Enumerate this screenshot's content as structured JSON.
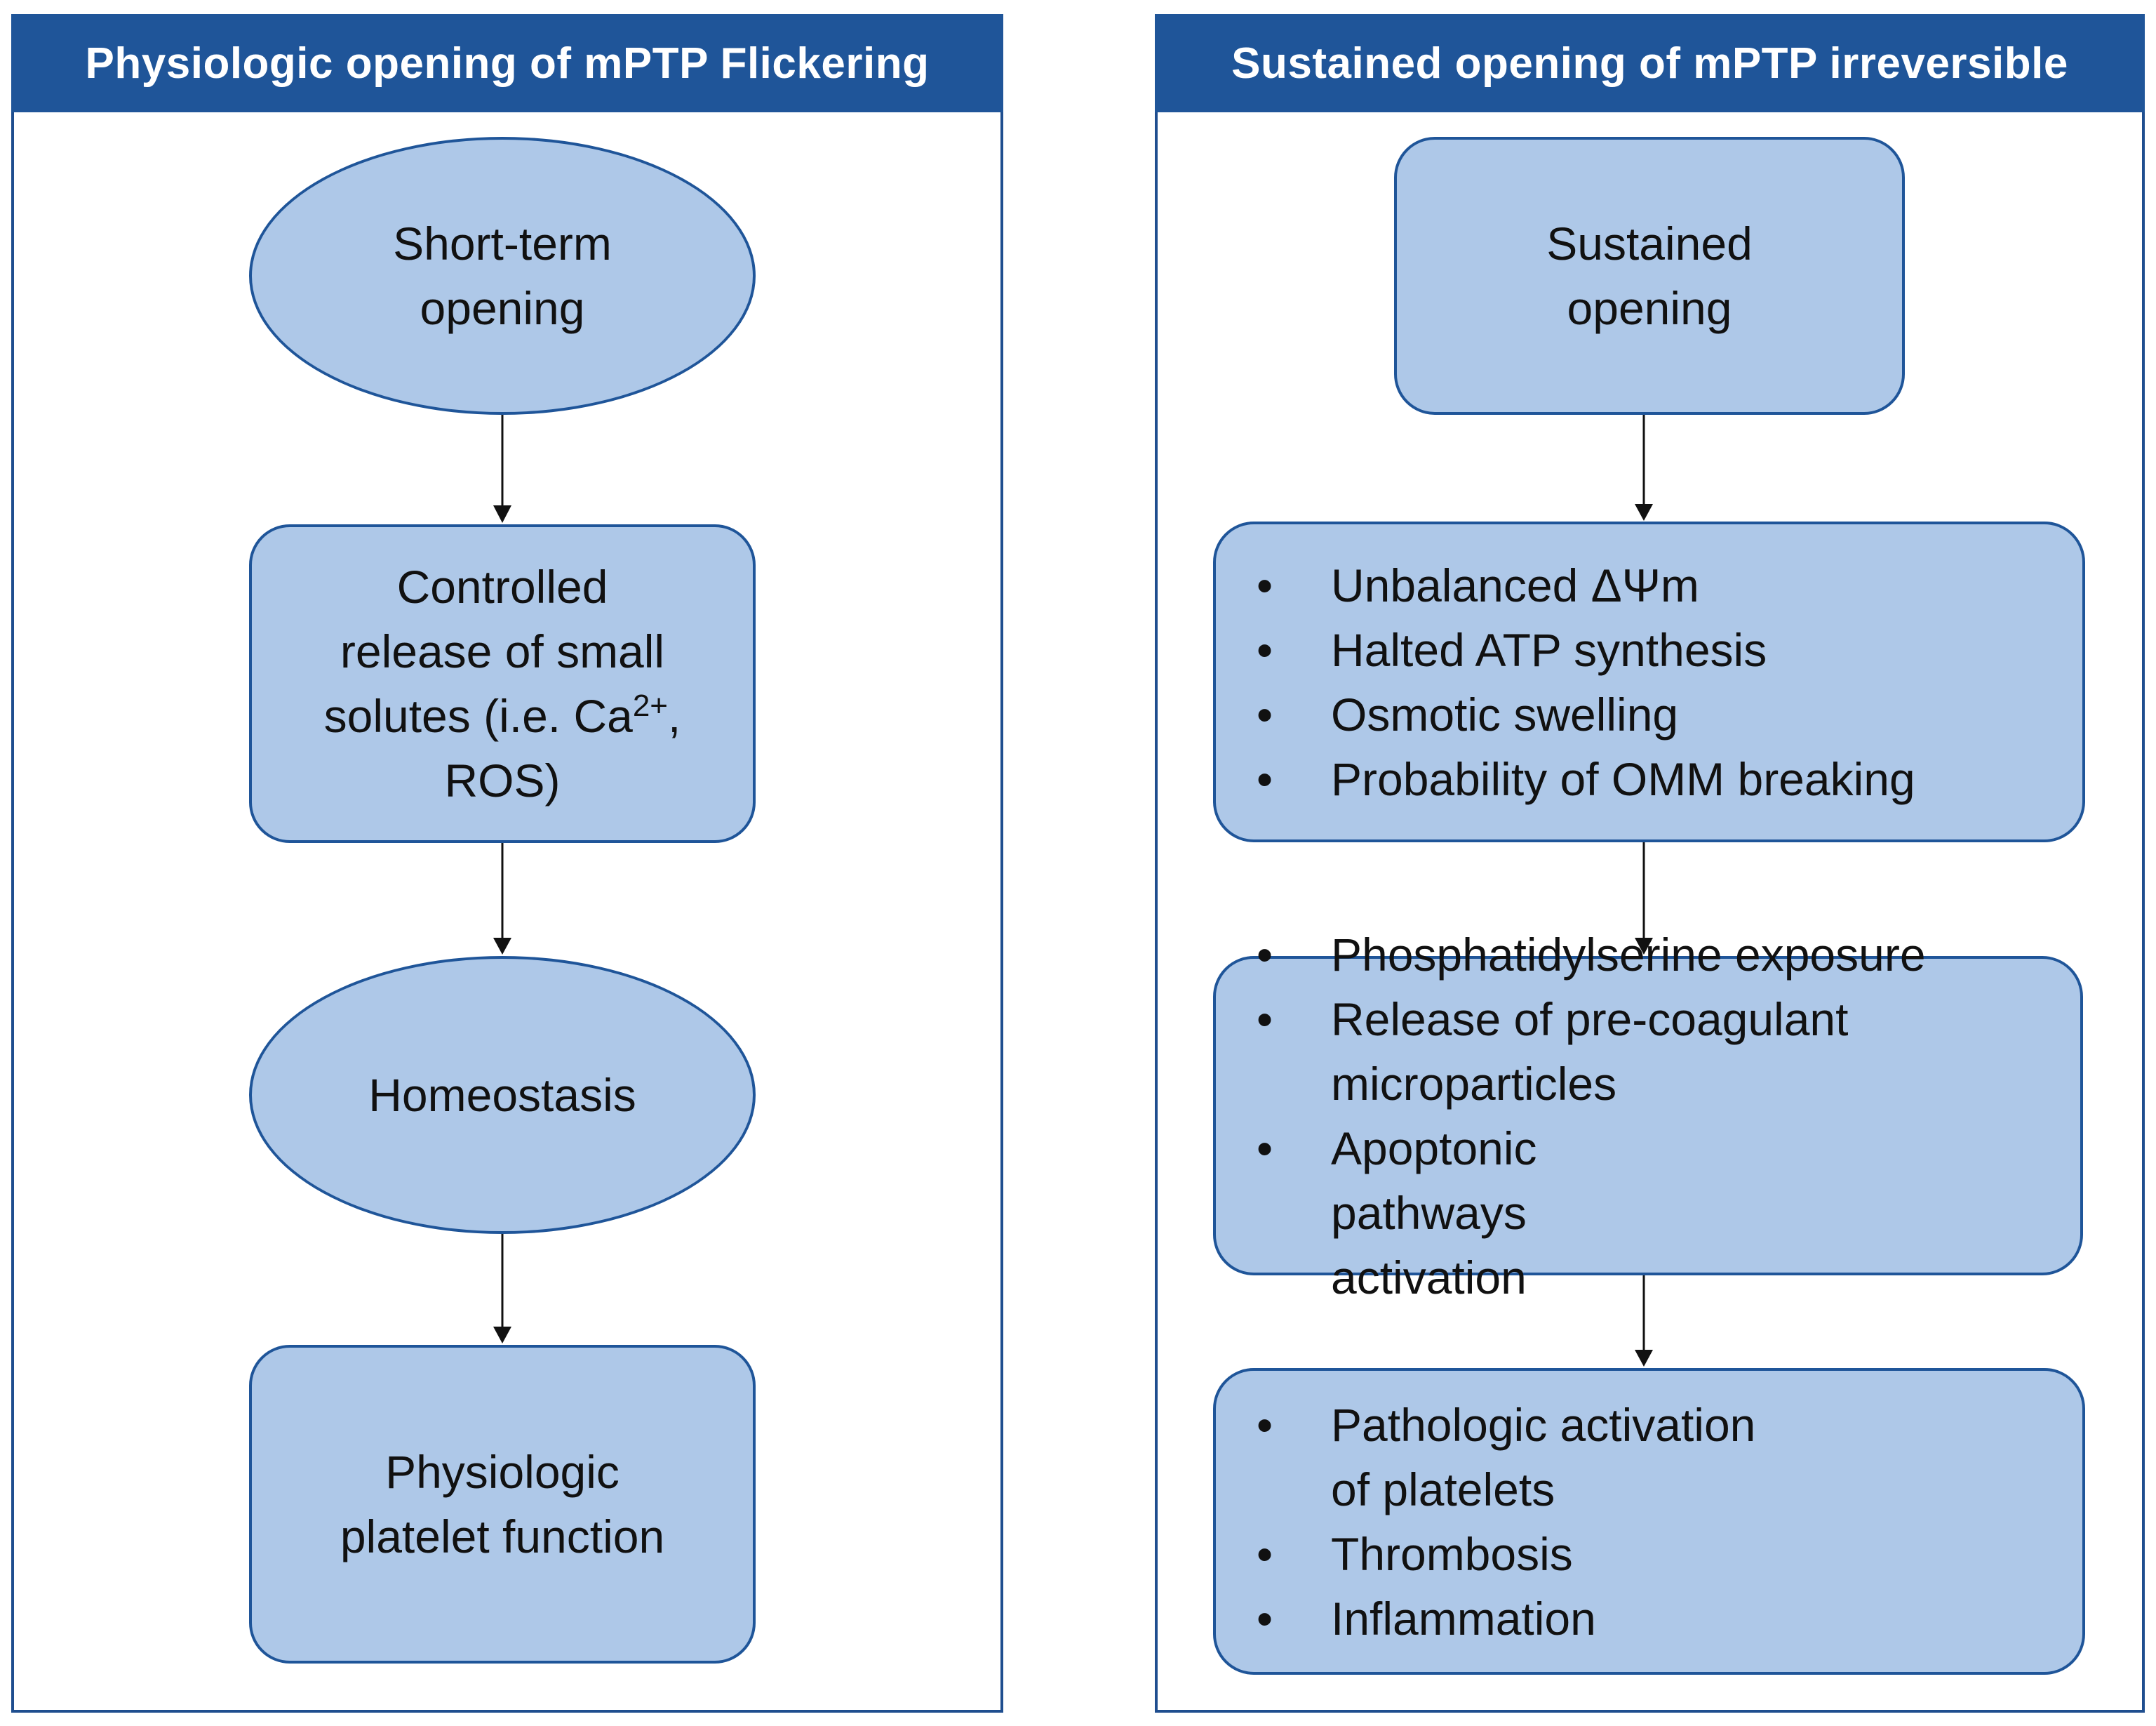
{
  "panels": {
    "left": {
      "title": "Physiologic opening of mPTP Flickering",
      "nodes": [
        {
          "lines": [
            "Short-term",
            "opening"
          ]
        },
        {
          "line1": "Controlled",
          "line2": "release of small",
          "line3_pre": "solutes (i.e. Ca",
          "line3_sup": "2+",
          "line3_post": ",",
          "line4": "ROS)"
        },
        {
          "lines": [
            "Homeostasis"
          ]
        },
        {
          "lines": [
            "Physiologic",
            "platelet function"
          ]
        }
      ]
    },
    "right": {
      "title": "Sustained opening of mPTP irreversible",
      "nodes": [
        {
          "lines": [
            "Sustained",
            "opening"
          ]
        },
        {
          "bullets": [
            "Unbalanced ΔΨm",
            "Halted ATP synthesis",
            "Osmotic swelling",
            "Probability of OMM breaking"
          ]
        },
        {
          "bullets": [
            "Phosphatidylserine exposure",
            "Release of pre-coagulant microparticles",
            "Apoptonic pathways activation"
          ]
        },
        {
          "bullets": [
            "Pathologic activation of platelets",
            "Thrombosis",
            "Inflammation"
          ]
        }
      ]
    }
  },
  "colors": {
    "header_bg": "#1f5599",
    "node_fill": "#aec8e8",
    "node_border": "#1f5599",
    "arrow": "#111111"
  }
}
